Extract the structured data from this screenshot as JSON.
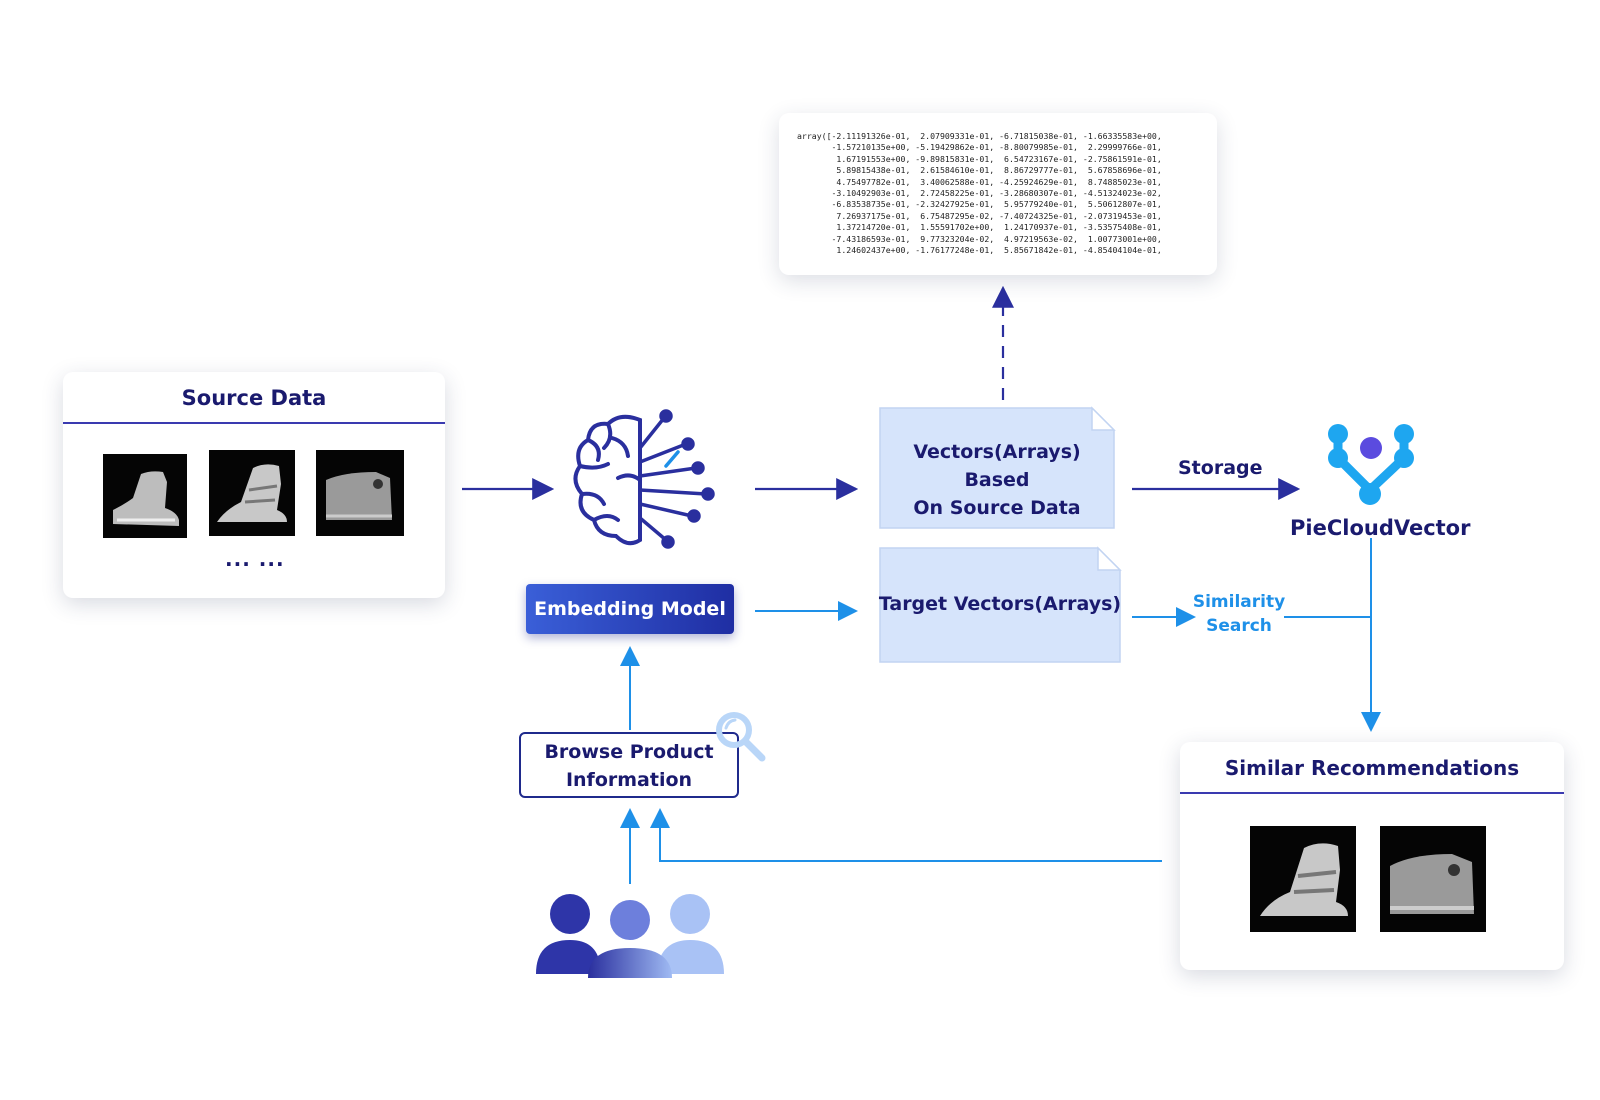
{
  "source_card": {
    "title": "Source Data",
    "ellipsis": "··· ···"
  },
  "embedding_model": {
    "label": "Embedding Model"
  },
  "vectors_doc": {
    "line1": "Vectors(Arrays) Based",
    "line2": "On Source Data"
  },
  "target_doc": {
    "label": "Target Vectors(Arrays)"
  },
  "edges": {
    "storage": "Storage",
    "similarity_line1": "Similarity",
    "similarity_line2": "Search"
  },
  "vector_db": {
    "label": "PieCloudVector"
  },
  "browse": {
    "line1": "Browse Product",
    "line2": "Information"
  },
  "recommendations": {
    "title": "Similar Recommendations"
  },
  "array_output": {
    "lines": [
      "array([-2.11191326e-01,  2.07909331e-01, -6.71815038e-01, -1.66335583e+00,",
      "       -1.57210135e+00, -5.19429862e-01, -8.80079985e-01,  2.29999766e-01,",
      "        1.67191553e+00, -9.89815831e-01,  6.54723167e-01, -2.75861591e-01,",
      "        5.89815438e-01,  2.61584610e-01,  8.86729777e-01,  5.67858696e-01,",
      "        4.75497782e-01,  3.40062588e-01, -4.25924629e-01,  8.74885023e-01,",
      "       -3.10492903e-01,  2.72458225e-01, -3.28680307e-01, -4.51324023e-02,",
      "       -6.83538735e-01, -2.32427925e-01,  5.95779240e-01,  5.50612807e-01,",
      "        7.26937175e-01,  6.75487295e-02, -7.40724325e-01, -2.07319453e-01,",
      "        1.37214720e-01,  1.55591702e+00,  1.24170937e-01, -3.53575408e-01,",
      "       -7.43186593e-01,  9.77323204e-02,  4.97219563e-02,  1.00773001e+00,",
      "        1.24602437e+00, -1.76177248e-01,  5.85671842e-01, -4.85404104e-01,"
    ]
  },
  "colors": {
    "navy": "#1a1a6e",
    "blue": "#1e90e8",
    "doc_fill": "#d6e4fb"
  }
}
